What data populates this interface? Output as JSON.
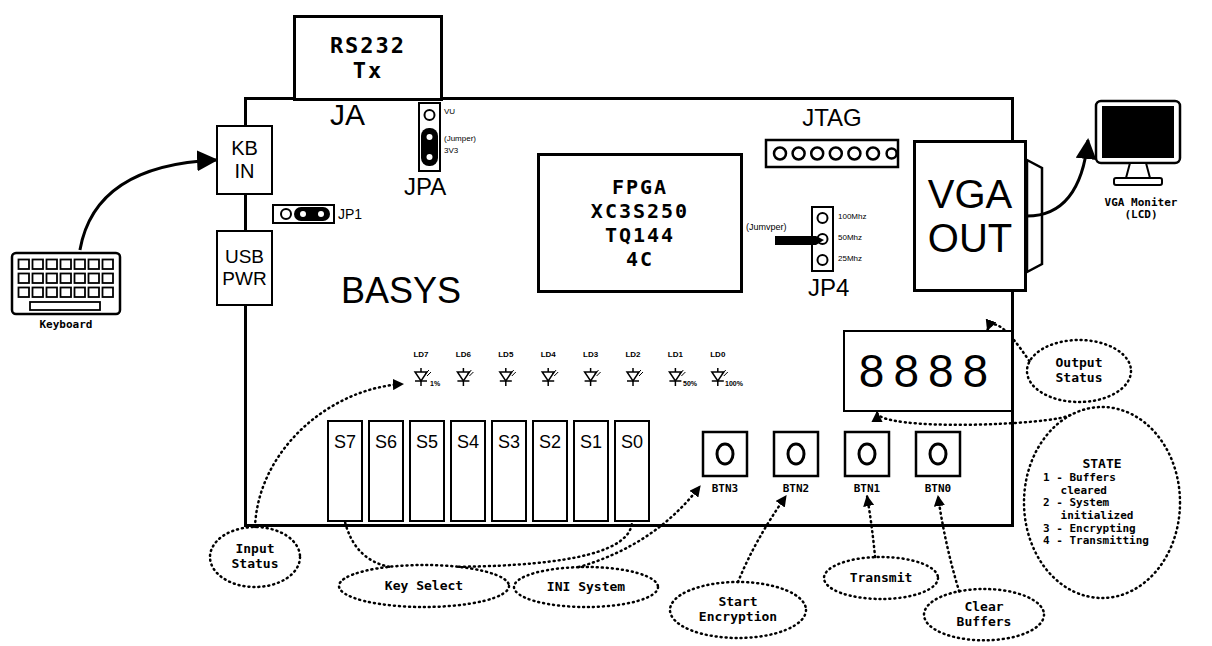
{
  "diagram": {
    "nodes": [
      {
        "text": [
          "RS232 Tx"
        ]
      },
      {
        "text": [
          "BASYS"
        ]
      },
      {
        "text": [
          "KB IN"
        ],
        "in": 1
      },
      {
        "text": [
          "USB PWR"
        ],
        "in": 1
      },
      {
        "text": [
          "FPGA XC3S250 TQ144 4C"
        ],
        "in": 1
      },
      {
        "text": [
          "JTAG"
        ],
        "in": 1
      },
      {
        "text": [
          "VGA OUT"
        ],
        "in": 1
      },
      {
        "text": [
          "8888"
        ],
        "in": 1
      },
      {
        "text": [
          "S7"
        ],
        "in": 1
      },
      {
        "text": [
          "S6"
        ],
        "in": 1
      },
      {
        "text": [
          "S5"
        ],
        "in": 1
      },
      {
        "text": [
          "S4"
        ],
        "in": 1
      },
      {
        "text": [
          "S3"
        ],
        "in": 1
      },
      {
        "text": [
          "S2"
        ],
        "in": 1
      },
      {
        "text": [
          "S1"
        ],
        "in": 1
      },
      {
        "text": [
          "S0"
        ],
        "in": 1
      },
      {
        "text": [
          "BTN3"
        ],
        "in": 1
      },
      {
        "text": [
          "BTN2"
        ],
        "in": 1
      },
      {
        "text": [
          "BTN1"
        ],
        "in": 1
      },
      {
        "text": [
          "BTN0"
        ],
        "in": 1
      },
      {
        "text": [
          "Keyboard"
        ]
      },
      {
        "text": [
          "VGA Moniter (LCD)"
        ]
      },
      {
        "text": [
          "Input Status"
        ]
      },
      {
        "text": [
          "Key Select"
        ]
      },
      {
        "text": [
          "INI System"
        ]
      },
      {
        "text": [
          "Start Encryption"
        ]
      },
      {
        "text": [
          "Transmit"
        ]
      },
      {
        "text": [
          "Clear Buffers"
        ]
      },
      {
        "text": [
          "Output Status"
        ]
      },
      {
        "text": [
          "STATE",
          "1 - Buffers cleared",
          "2 - System initialized",
          "3 - Encrypting",
          "4 - Transmitting"
        ]
      }
    ],
    "edges": [
      {
        "from": 20,
        "to": 2,
        "arrow": "to"
      },
      {
        "from": 6,
        "to": 21,
        "arrow": "to"
      },
      {
        "from": 23,
        "to": 8,
        "arrow": "none"
      },
      {
        "from": 23,
        "to": 15,
        "arrow": "none"
      },
      {
        "from": 24,
        "to": 16,
        "arrow": "to"
      },
      {
        "from": 25,
        "to": 17,
        "arrow": "to"
      },
      {
        "from": 26,
        "to": 18,
        "arrow": "to"
      },
      {
        "from": 27,
        "to": 19,
        "arrow": "to"
      },
      {
        "from": 28,
        "to": 7,
        "arrow": "to"
      },
      {
        "from": 29,
        "to": 7,
        "arrow": "to"
      }
    ],
    "labels": [
      "JA",
      "VU",
      "(Jumper)",
      "3V3",
      "JPA",
      "JP1",
      "(Jumvper)",
      "100Mhz",
      "50Mhz",
      "25Mhz",
      "JP4",
      "LD7",
      "LD6",
      "LD5",
      "LD4",
      "LD3",
      "LD2",
      "LD1",
      "LD0",
      "1%",
      "50%",
      "100%"
    ]
  }
}
